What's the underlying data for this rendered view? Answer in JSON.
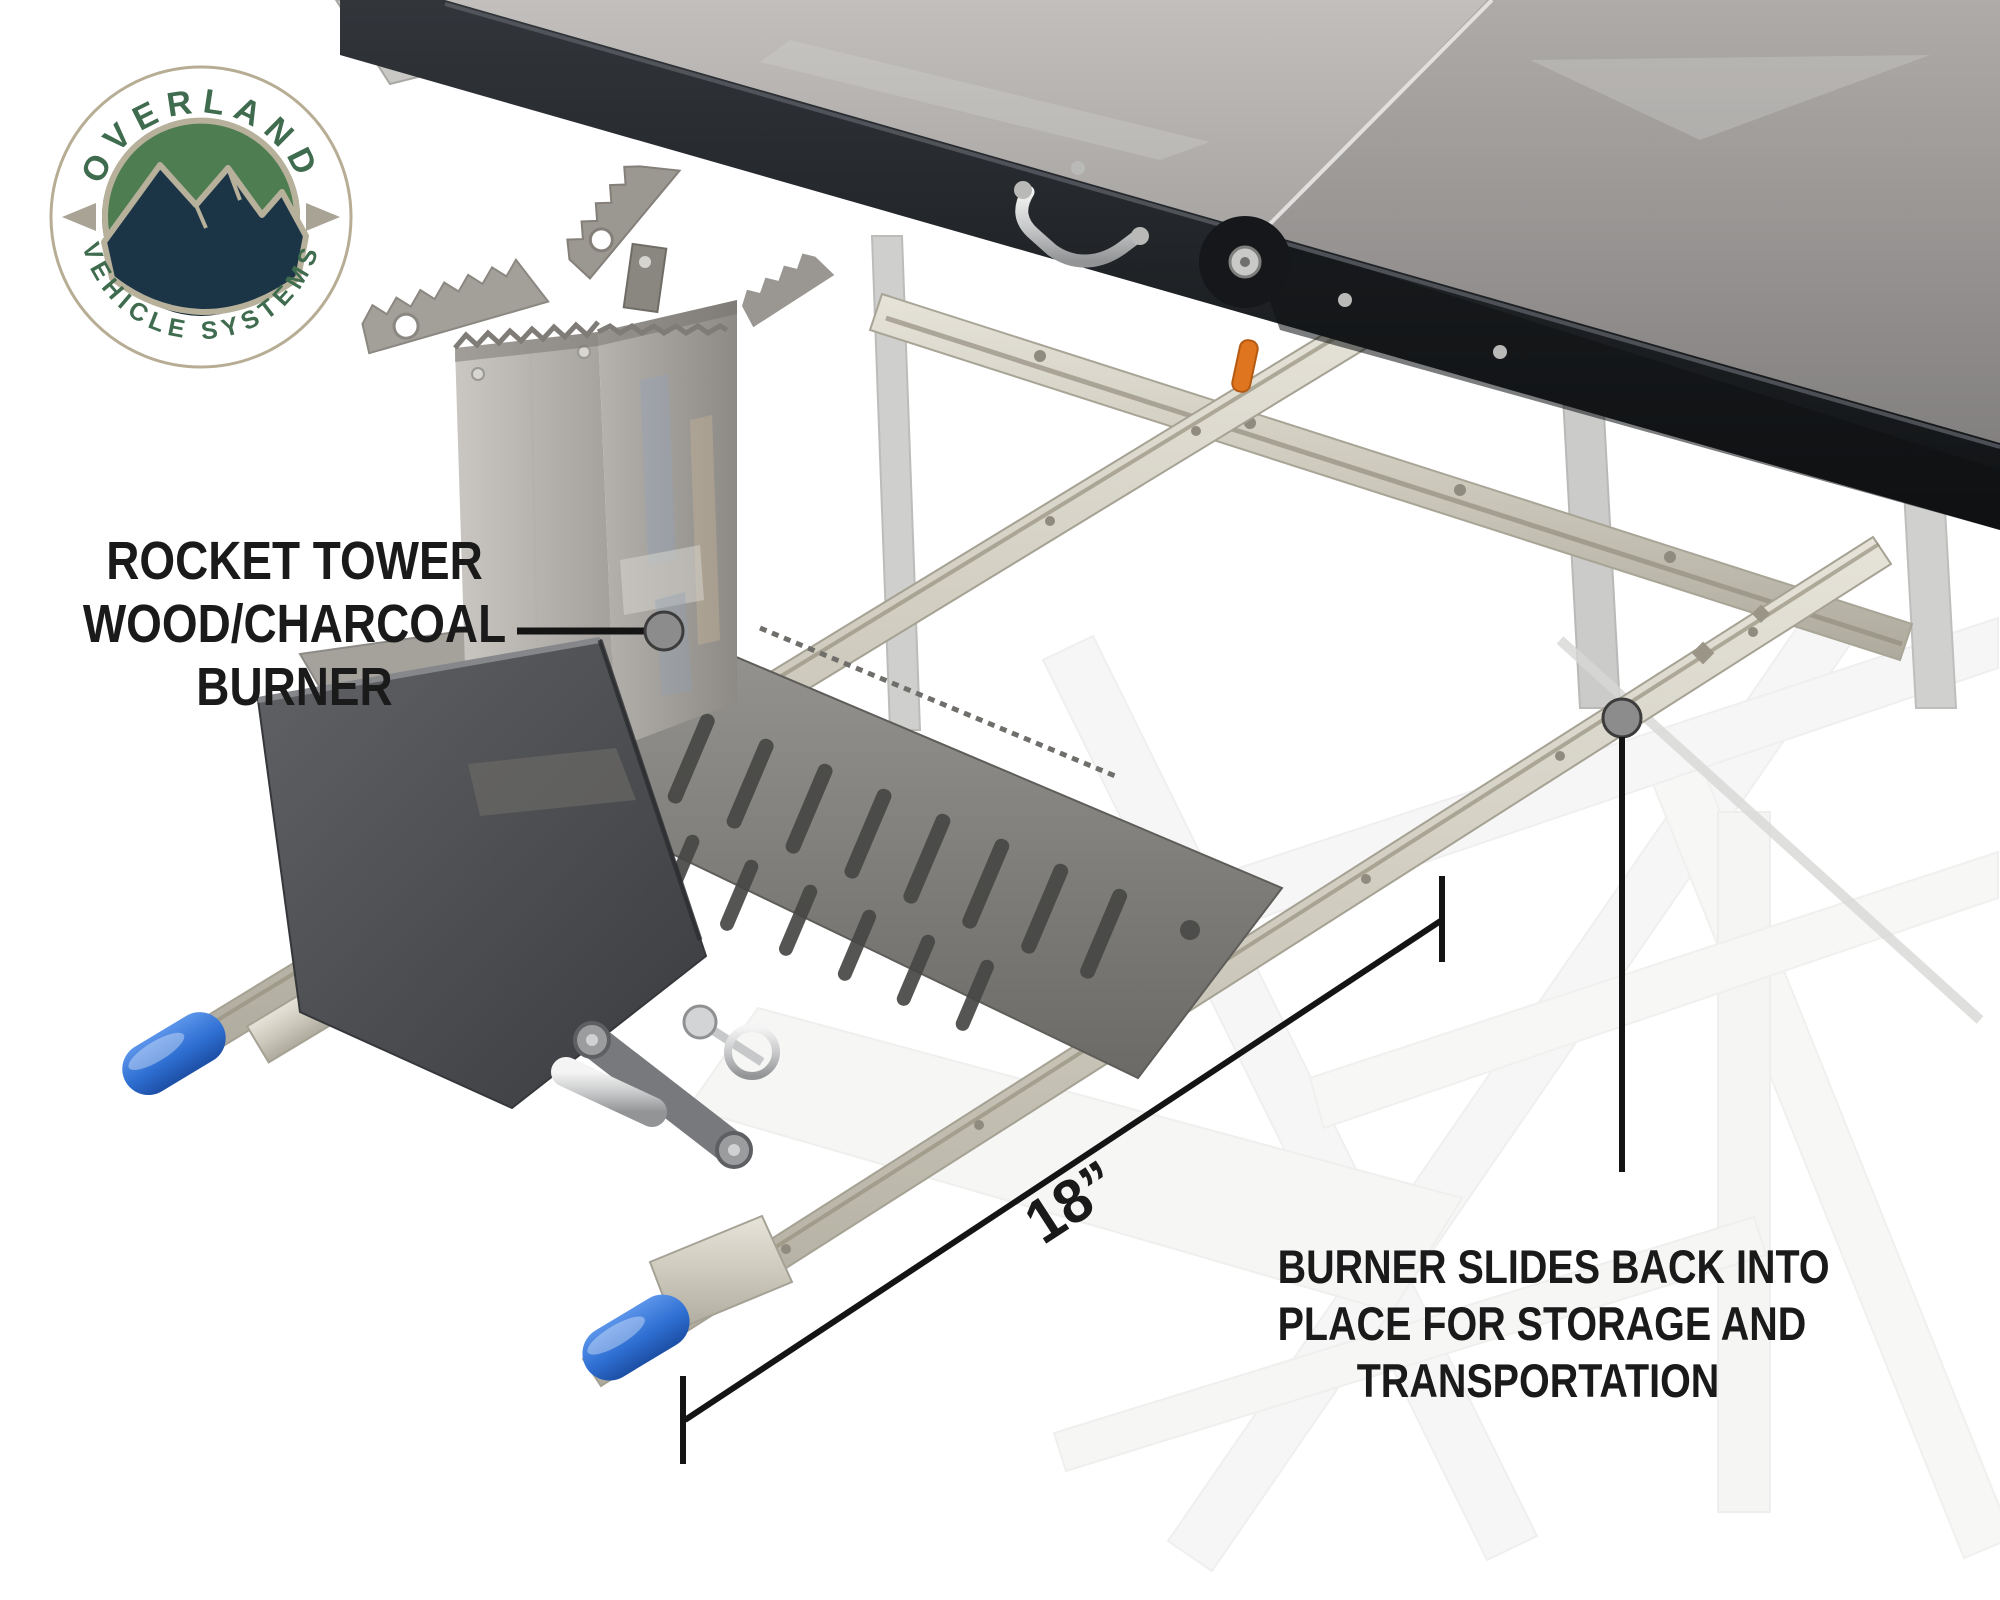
{
  "page": {
    "background": "#ffffff",
    "text_color": "#1a1a1a",
    "kind": "annotated product image"
  },
  "logo": {
    "icon": "overland-vehicle-systems-logo",
    "brand_top": "OVERLAND",
    "brand_bottom": "VEHICLE SYSTEMS",
    "colors": {
      "ring_border": "#b7ad94",
      "text_green": "#3f6b4e",
      "mountain_navy": "#1b3547",
      "sky_green": "#4e7d52",
      "accent_tan": "#a9a395"
    }
  },
  "annotations": {
    "burner_label": {
      "lines": [
        "ROCKET TOWER",
        "WOOD/CHARCOAL",
        "BURNER"
      ]
    },
    "dimension": {
      "value": "18”"
    },
    "storage_label": {
      "lines": [
        "BURNER SLIDES BACK INTO",
        "PLACE FOR STORAGE AND",
        "TRANSPORTATION"
      ]
    }
  },
  "product": {
    "colors": {
      "handle_blue": "#2e6fd2",
      "tabletop_gray": "#a8a5a2",
      "frame_black": "#1b1e22",
      "stainless_steel": "#b2afa9",
      "zinc_slide": "#d6d2c6",
      "callout_dot_gray": "#8c8c8c",
      "lever_orange": "#e0751f"
    }
  }
}
